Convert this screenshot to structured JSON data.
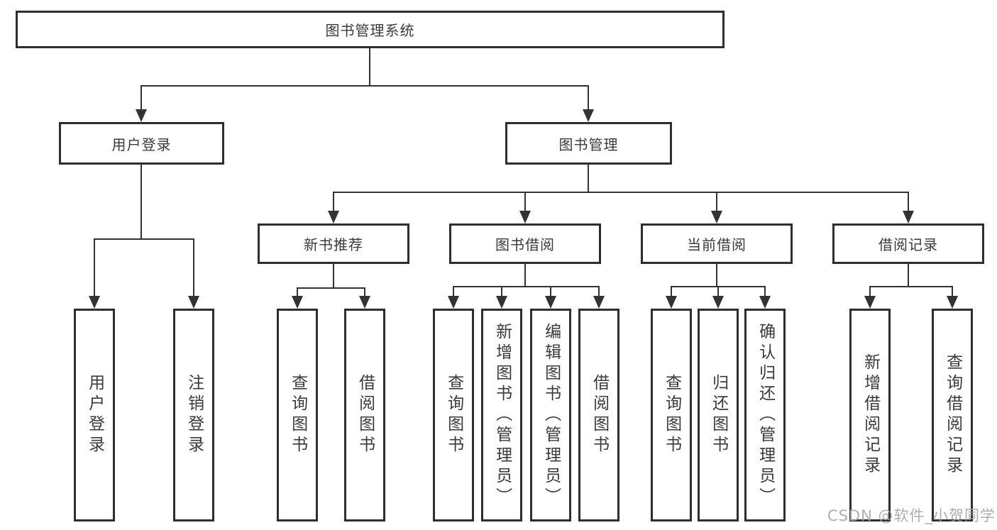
{
  "diagram": {
    "root": {
      "label": "图书管理系统"
    },
    "level2": [
      {
        "label": "用户登录",
        "children": [
          {
            "label": "用户登录"
          },
          {
            "label": "注销登录"
          }
        ]
      },
      {
        "label": "图书管理",
        "children": [
          {
            "label": "新书推荐",
            "children": [
              {
                "label": "查询图书"
              },
              {
                "label": "借阅图书"
              }
            ]
          },
          {
            "label": "图书借阅",
            "children": [
              {
                "label": "查询图书"
              },
              {
                "label": "新增图书（管理员）"
              },
              {
                "label": "编辑图书（管理员）"
              },
              {
                "label": "借阅图书"
              }
            ]
          },
          {
            "label": "当前借阅",
            "children": [
              {
                "label": "查询图书"
              },
              {
                "label": "归还图书"
              },
              {
                "label": "确认归还（管理员）"
              }
            ]
          },
          {
            "label": "借阅记录",
            "children": [
              {
                "label": "新增借阅记录"
              },
              {
                "label": "查询借阅记录"
              }
            ]
          }
        ]
      }
    ]
  },
  "watermark": {
    "text": "CSDN @软件_小贺同学"
  },
  "colors": {
    "line": "#333333",
    "box_border": "#2e2e2e",
    "box_bg": "#ffffff",
    "text": "#3a3a3a",
    "watermark": "#a6a6a6"
  }
}
